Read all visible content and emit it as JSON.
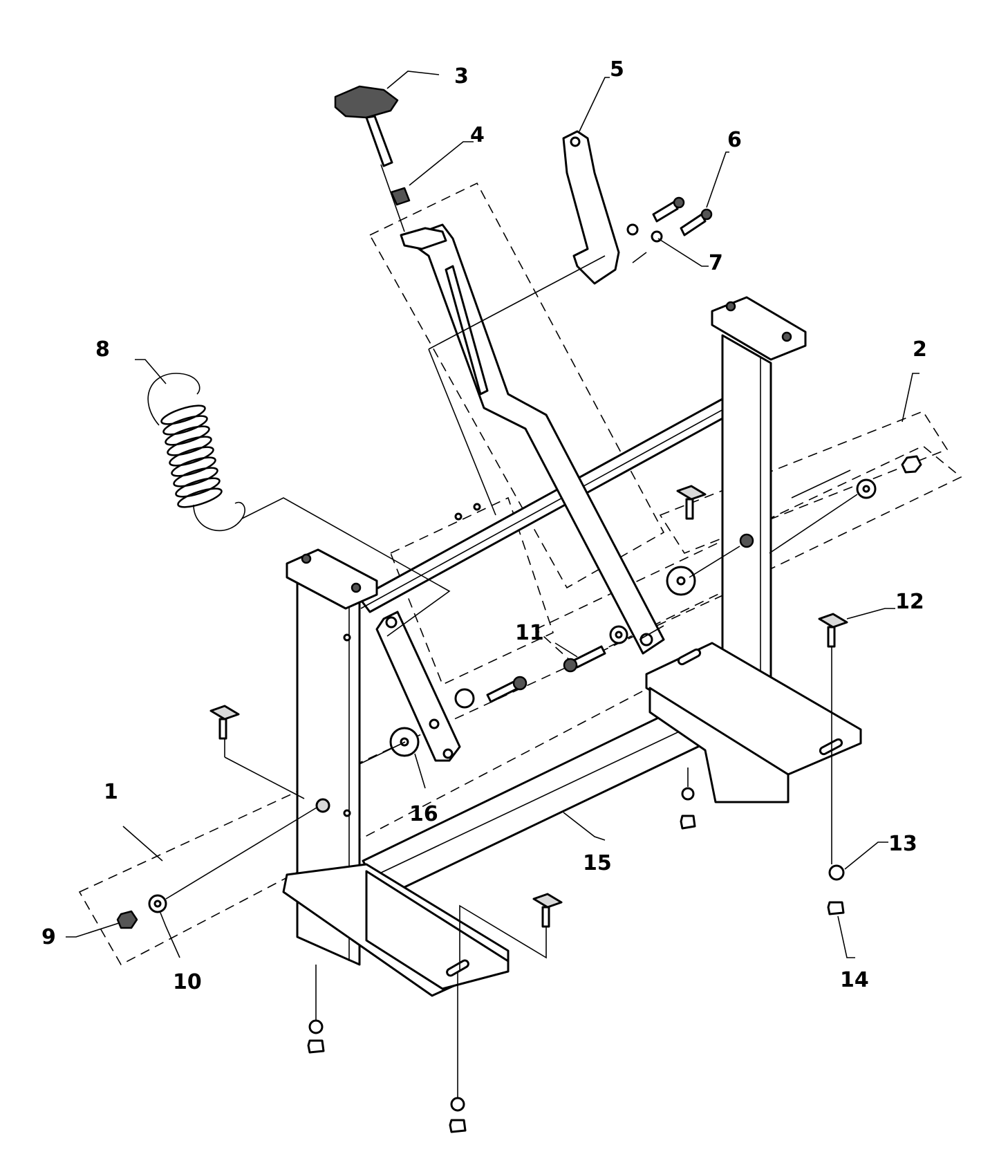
{
  "diagram": {
    "callouts": [
      {
        "id": "c1",
        "text": "1"
      },
      {
        "id": "c2",
        "text": "2"
      },
      {
        "id": "c3",
        "text": "3"
      },
      {
        "id": "c4",
        "text": "4"
      },
      {
        "id": "c5",
        "text": "5"
      },
      {
        "id": "c6",
        "text": "6"
      },
      {
        "id": "c7",
        "text": "7"
      },
      {
        "id": "c8",
        "text": "8"
      },
      {
        "id": "c9",
        "text": "9"
      },
      {
        "id": "c10",
        "text": "10"
      },
      {
        "id": "c11",
        "text": "11"
      },
      {
        "id": "c12",
        "text": "12"
      },
      {
        "id": "c13",
        "text": "13"
      },
      {
        "id": "c14",
        "text": "14"
      },
      {
        "id": "c15",
        "text": "15"
      },
      {
        "id": "c16",
        "text": "16"
      }
    ]
  }
}
